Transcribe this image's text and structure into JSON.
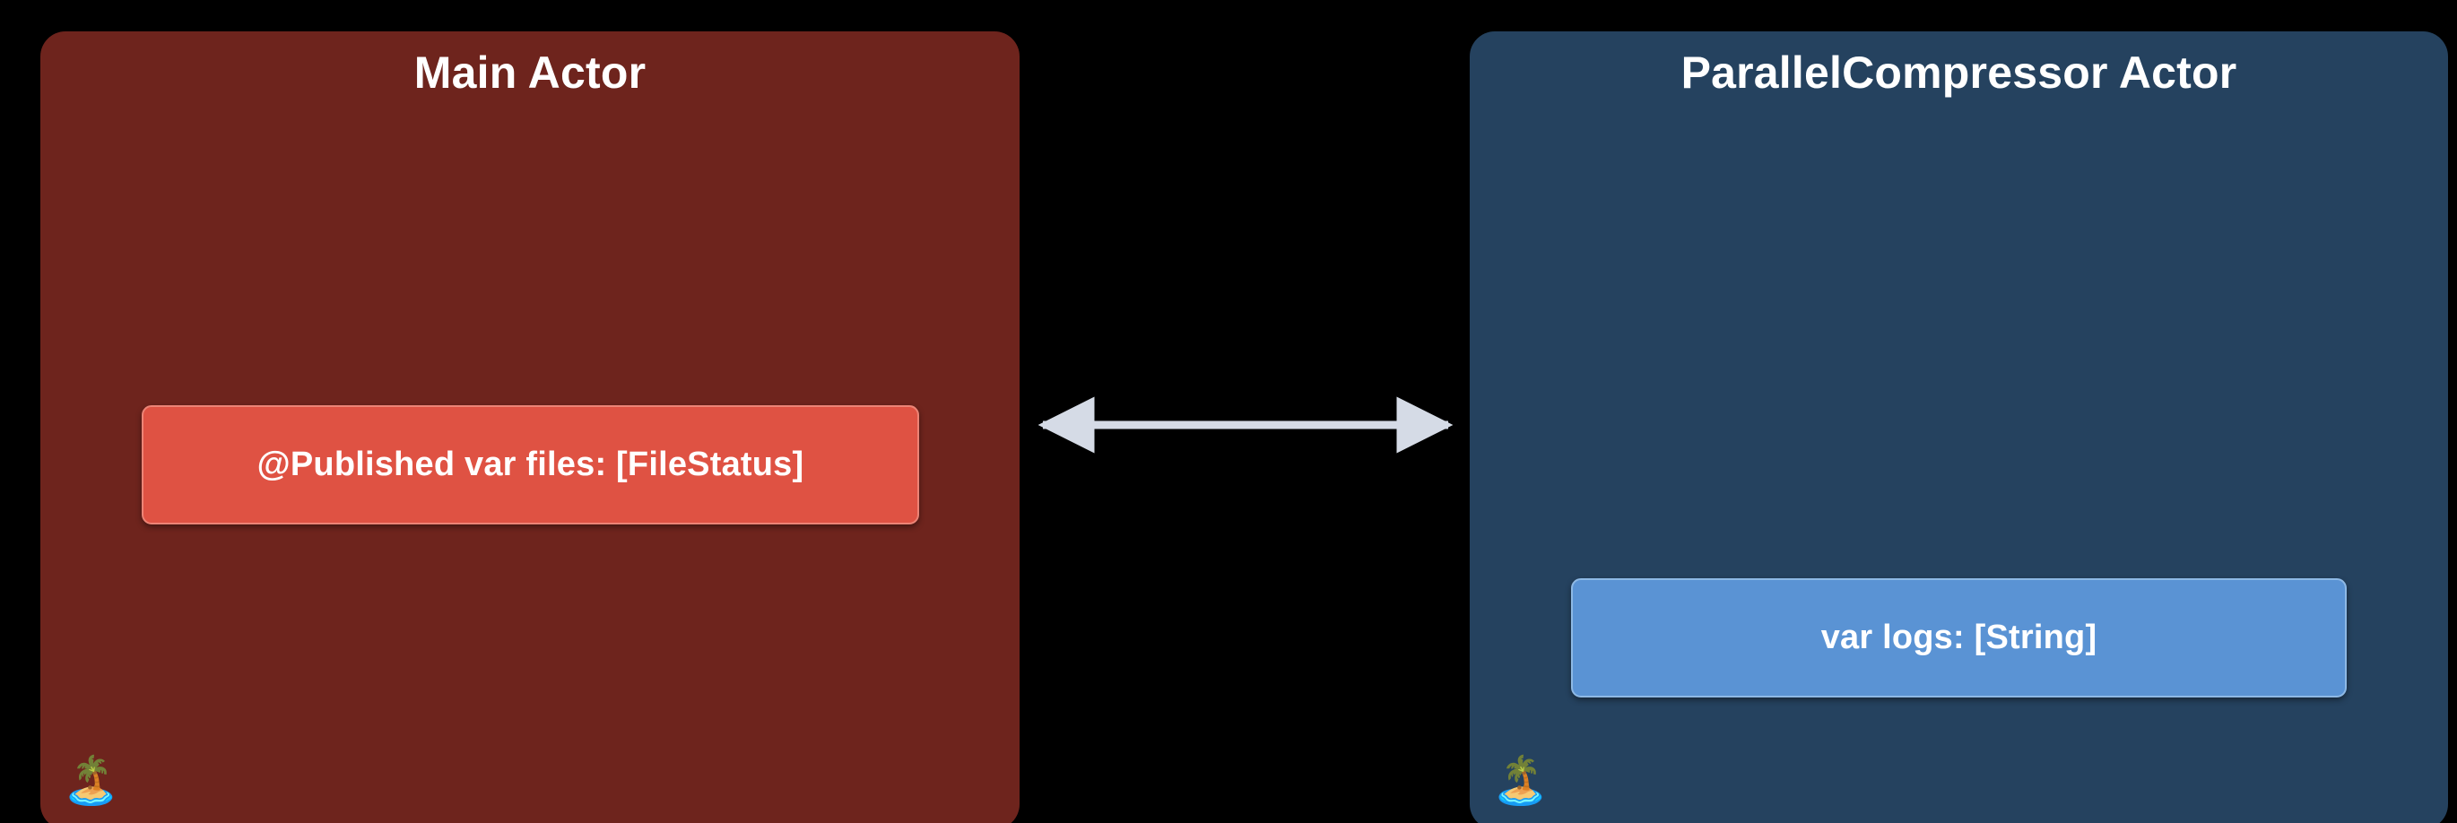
{
  "diagram": {
    "background_color": "#000000",
    "panels": [
      {
        "id": "main-actor",
        "title": "Main Actor",
        "color": "#6E241D",
        "badge_icon": "🏝️",
        "badge_name": "desert-island-icon",
        "property": {
          "label": "@Published var files: [FileStatus]",
          "color": "#DF5243",
          "border_color": "#EC8476"
        }
      },
      {
        "id": "parallelcompressor-actor",
        "title": "ParallelCompressor Actor",
        "color": "#25425F",
        "badge_icon": "🏝️",
        "badge_name": "desert-island-icon",
        "property": {
          "label": "var logs: [String]",
          "color": "#5A93D4",
          "border_color": "#8EB9E5"
        }
      }
    ],
    "connector": {
      "name": "bidirectional-arrow",
      "style": "double-headed",
      "color": "#D5DBE6"
    }
  }
}
